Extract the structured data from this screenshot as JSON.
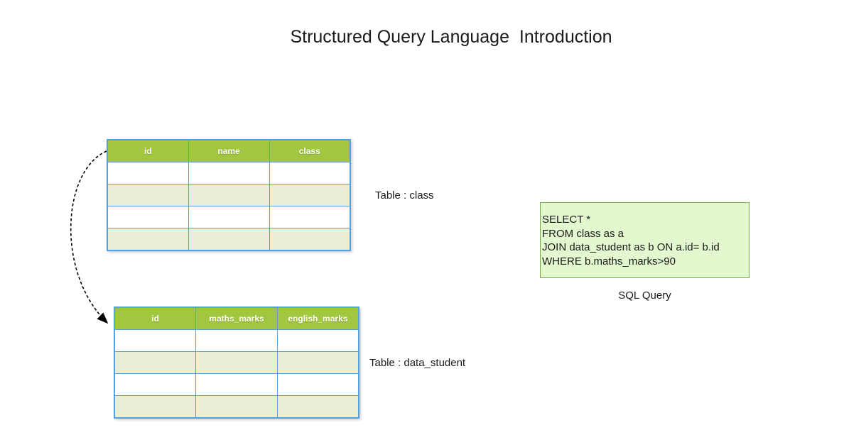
{
  "title": "Structured Query Language  Introduction",
  "tables": {
    "class": {
      "label": "Table : class",
      "columns": [
        "id",
        "name",
        "class"
      ],
      "empty_row_count": 4
    },
    "data_student": {
      "label": "Table : data_student",
      "columns": [
        "id",
        "maths_marks",
        "english_marks"
      ],
      "empty_row_count": 4
    }
  },
  "sql": {
    "lines": [
      "SELECT *",
      "FROM class as a",
      "JOIN data_student as b ON a.id= b.id",
      "WHERE b.maths_marks>90"
    ],
    "caption": "SQL Query"
  },
  "icons": {
    "connector": "dashed-curved-arrow"
  },
  "colors": {
    "table_header_bg": "#a2c640",
    "table_row_alt_bg": "#e8efd4",
    "table_border": "#57a0dd",
    "sql_box_bg": "#e3f8ce",
    "sql_box_border": "#7aa850",
    "arrow": "#000000",
    "text": "#1a1a1a"
  }
}
